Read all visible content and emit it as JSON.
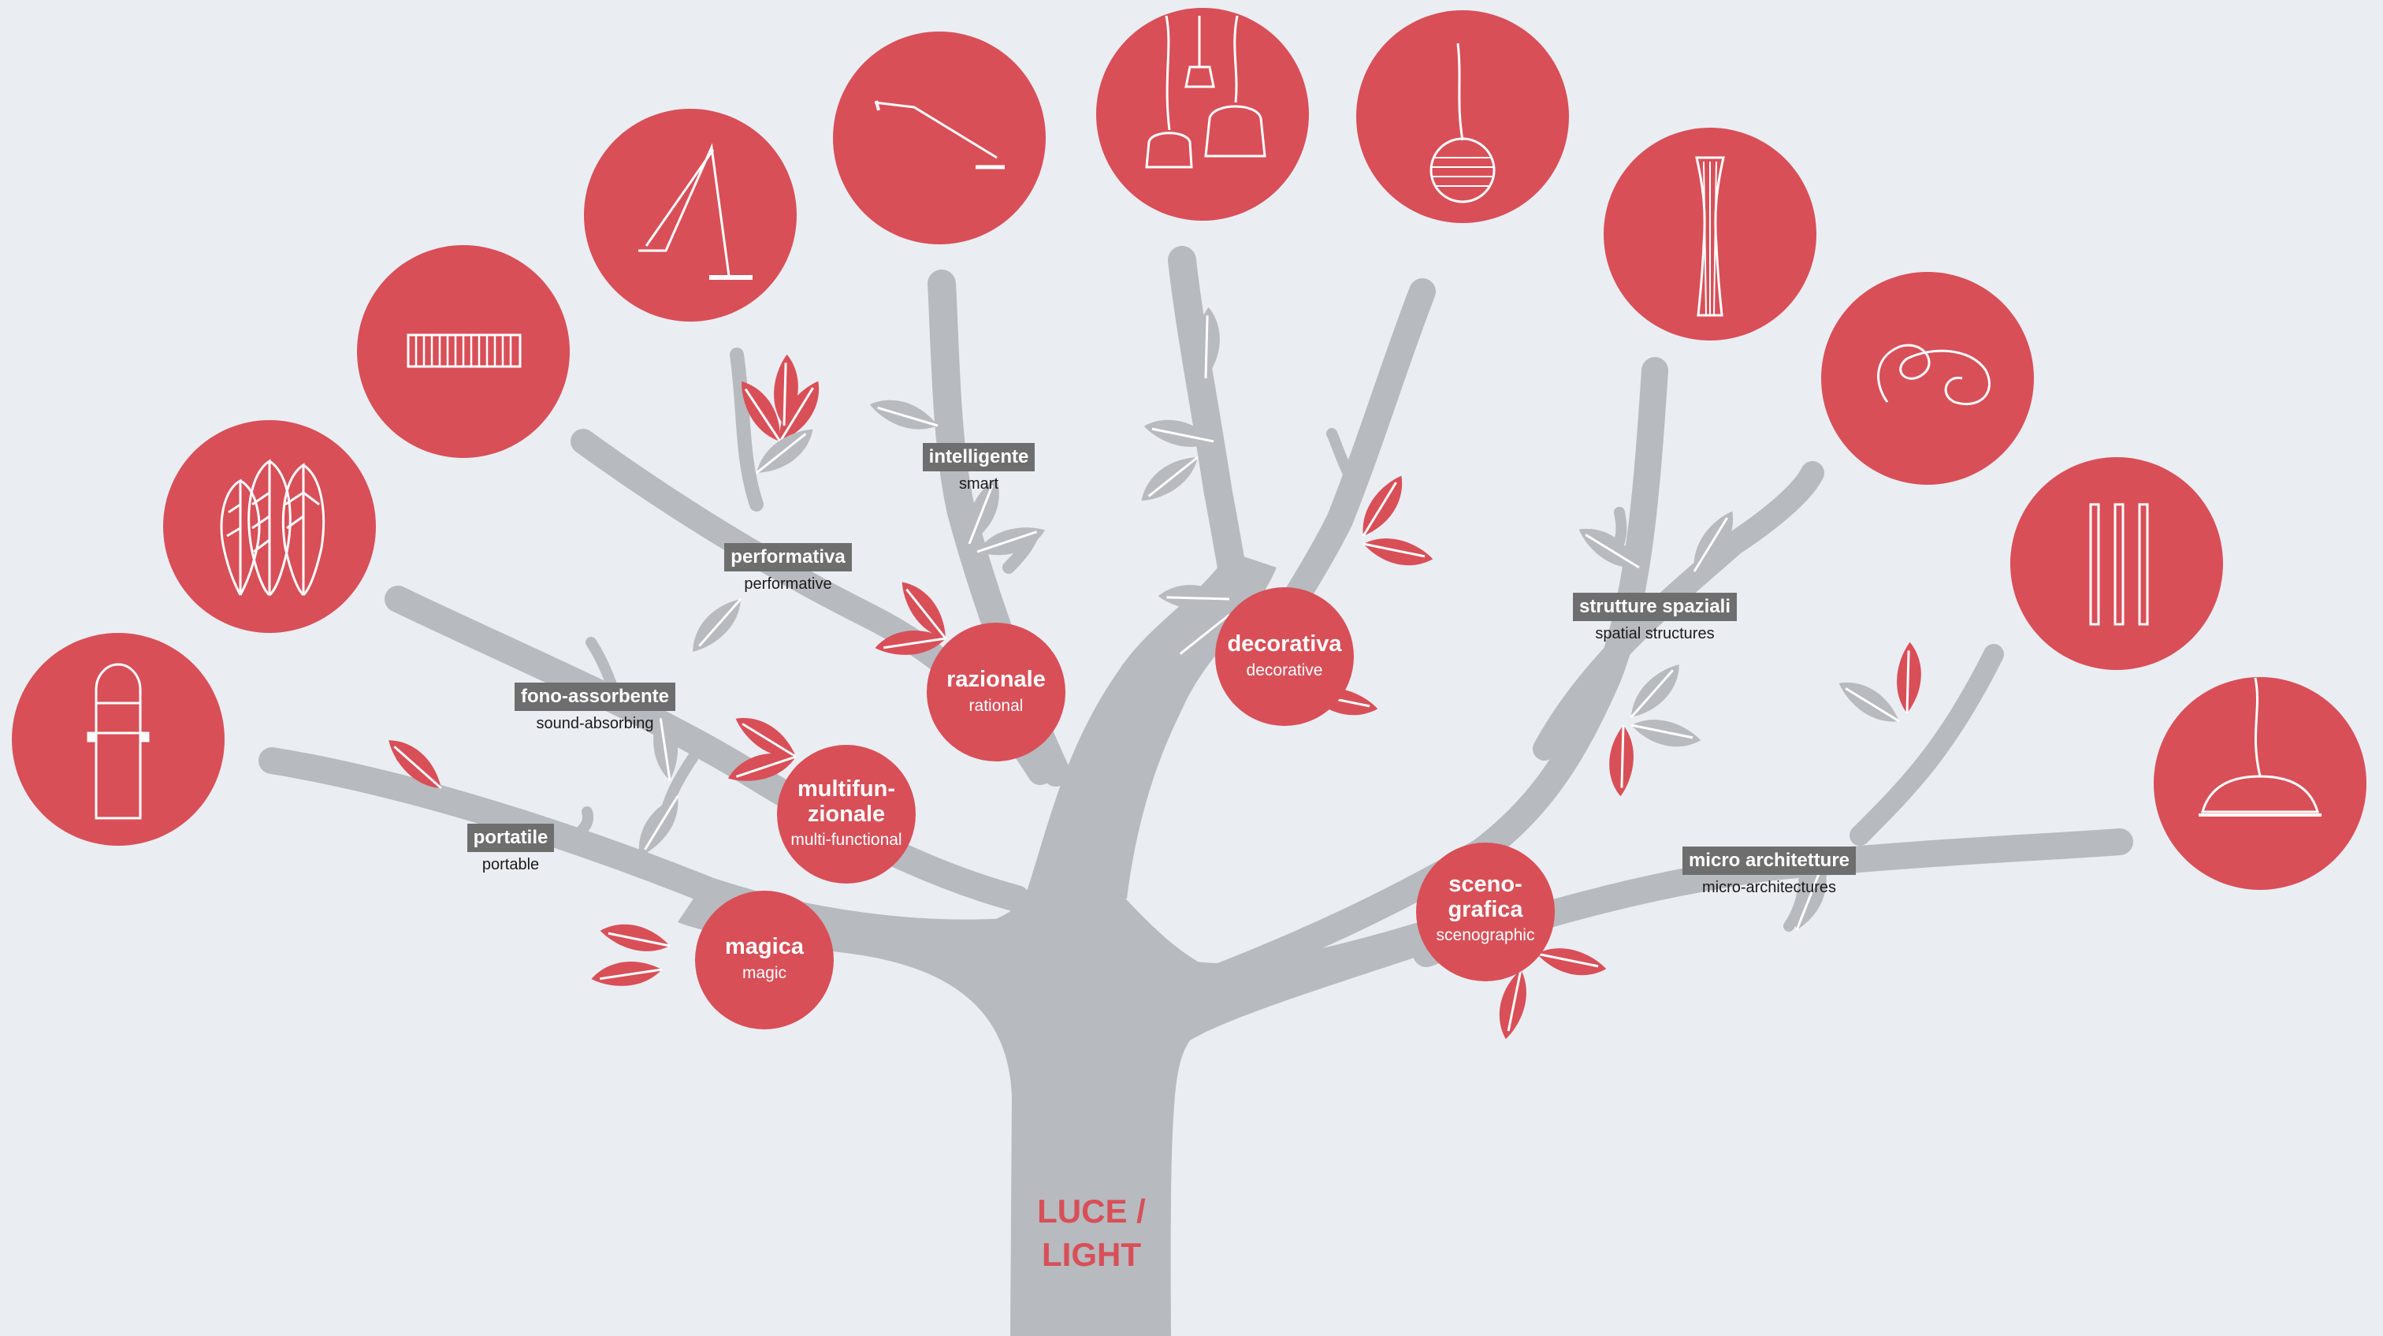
{
  "trunk_label": [
    "LUCE /",
    "LIGHT"
  ],
  "colors": {
    "background": "#eaeef3",
    "branch": "#b7babe",
    "accent": "#d84f58",
    "tag": "#6e6e6e"
  },
  "nodes": [
    {
      "it": [
        "magica"
      ],
      "en": "magic"
    },
    {
      "it": [
        "multifun-",
        "zionale"
      ],
      "en": "multi-functional"
    },
    {
      "it": [
        "razionale"
      ],
      "en": "rational"
    },
    {
      "it": [
        "decorativa"
      ],
      "en": "decorative"
    },
    {
      "it": [
        "sceno-",
        "grafica"
      ],
      "en": "scenographic"
    }
  ],
  "tags": [
    {
      "it": "portatile",
      "en": "portable"
    },
    {
      "it": "fono-assorbente",
      "en": "sound-absorbing"
    },
    {
      "it": "performativa",
      "en": "performative"
    },
    {
      "it": "intelligente",
      "en": "smart"
    },
    {
      "it": "strutture spaziali",
      "en": "spatial structures"
    },
    {
      "it": "micro architetture",
      "en": "micro-architectures"
    }
  ],
  "products": [
    {
      "icon": "portable-lantern-icon"
    },
    {
      "icon": "leaf-trees-icon"
    },
    {
      "icon": "slatted-panel-icon"
    },
    {
      "icon": "task-lamp-icon"
    },
    {
      "icon": "linear-desk-lamp-icon"
    },
    {
      "icon": "cluster-pendants-icon"
    },
    {
      "icon": "sphere-pendant-icon"
    },
    {
      "icon": "tall-floor-lamp-icon"
    },
    {
      "icon": "curl-light-icon"
    },
    {
      "icon": "light-poles-icon"
    },
    {
      "icon": "dome-pendant-icon"
    }
  ]
}
